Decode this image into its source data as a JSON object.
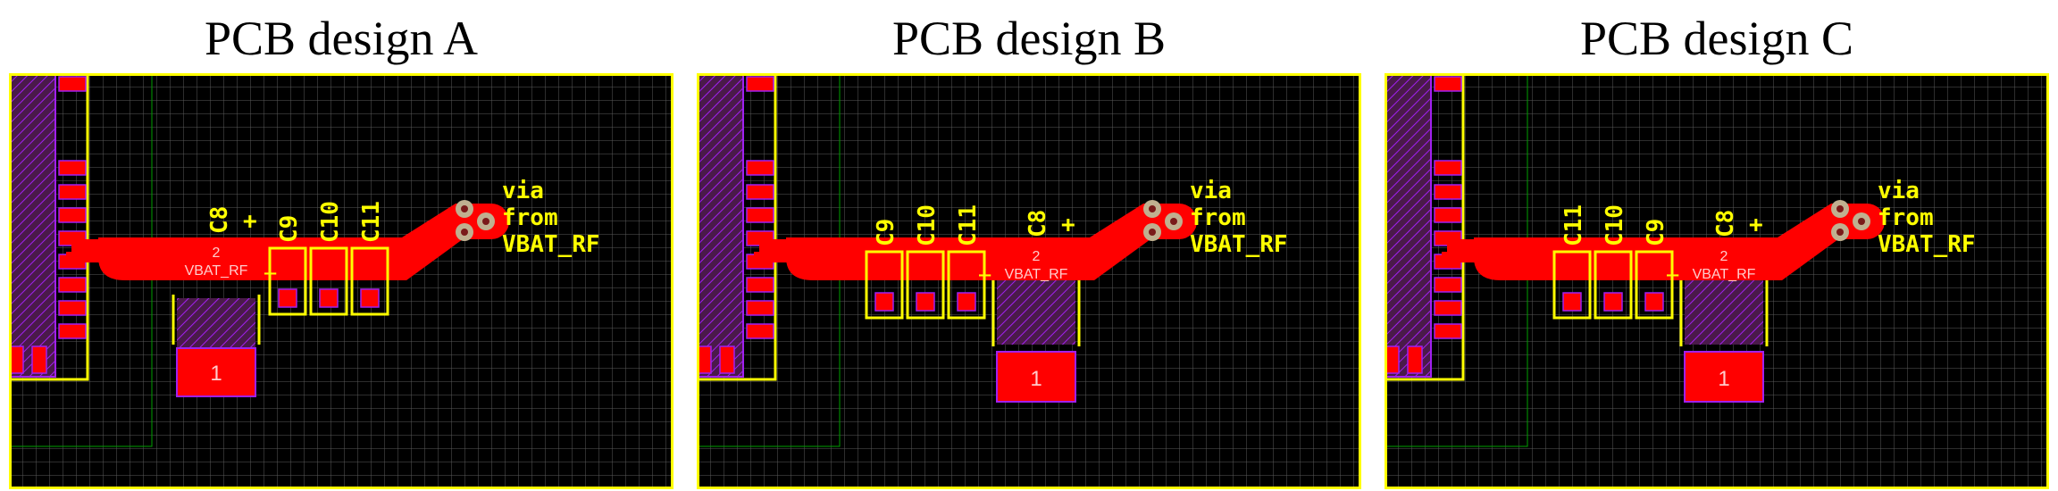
{
  "panels": [
    {
      "title": "PCB design A",
      "caps_vertical": [
        "C9",
        "C10",
        "C11"
      ],
      "c8_label": "C8",
      "plus_label": "+",
      "minus_label": "_",
      "pad2_number": "2",
      "pad2_net": "VBAT_RF",
      "pad1_number": "1",
      "via_text": [
        "via",
        "from",
        "VBAT_RF"
      ]
    },
    {
      "title": "PCB design B",
      "caps_vertical": [
        "C9",
        "C10",
        "C11"
      ],
      "c8_label": "C8",
      "plus_label": "+",
      "minus_label": "_",
      "pad2_number": "2",
      "pad2_net": "VBAT_RF",
      "pad1_number": "1",
      "via_text": [
        "via",
        "from",
        "VBAT_RF"
      ]
    },
    {
      "title": "PCB design C",
      "caps_vertical": [
        "C11",
        "C10",
        "C9"
      ],
      "c8_label": "C8",
      "plus_label": "+",
      "minus_label": "_",
      "pad2_number": "2",
      "pad2_net": "VBAT_RF",
      "pad1_number": "1",
      "via_text": [
        "via",
        "from",
        "VBAT_RF"
      ]
    }
  ],
  "colors": {
    "background": "#000000",
    "grid": "#5a5a5a",
    "copper": "#ff0000",
    "silkscreen": "#ffff00",
    "pad_outline": "#a020f0",
    "via_ring": "#c0b090",
    "board_edge": "#ffff00"
  }
}
